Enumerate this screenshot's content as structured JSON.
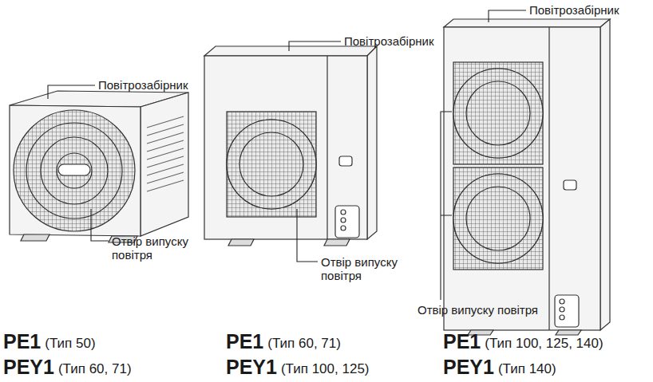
{
  "diagram": {
    "labels": [
      "Повітрозабірник",
      "Повітрозабірник",
      "Повітрозабірник",
      "Отвір випуску повітря",
      "Отвір випуску повітря",
      "Отвір випуску повітря",
      "PE1",
      "(Тип 50)",
      "PE1",
      "(Тип 60, 71)",
      "PE1",
      "(Тип 100, 125, 140)",
      "PEY1",
      "(Тип 60, 71)",
      "PEY1",
      "(Тип 100, 125)",
      "PEY1",
      "(Тип 140)"
    ]
  }
}
